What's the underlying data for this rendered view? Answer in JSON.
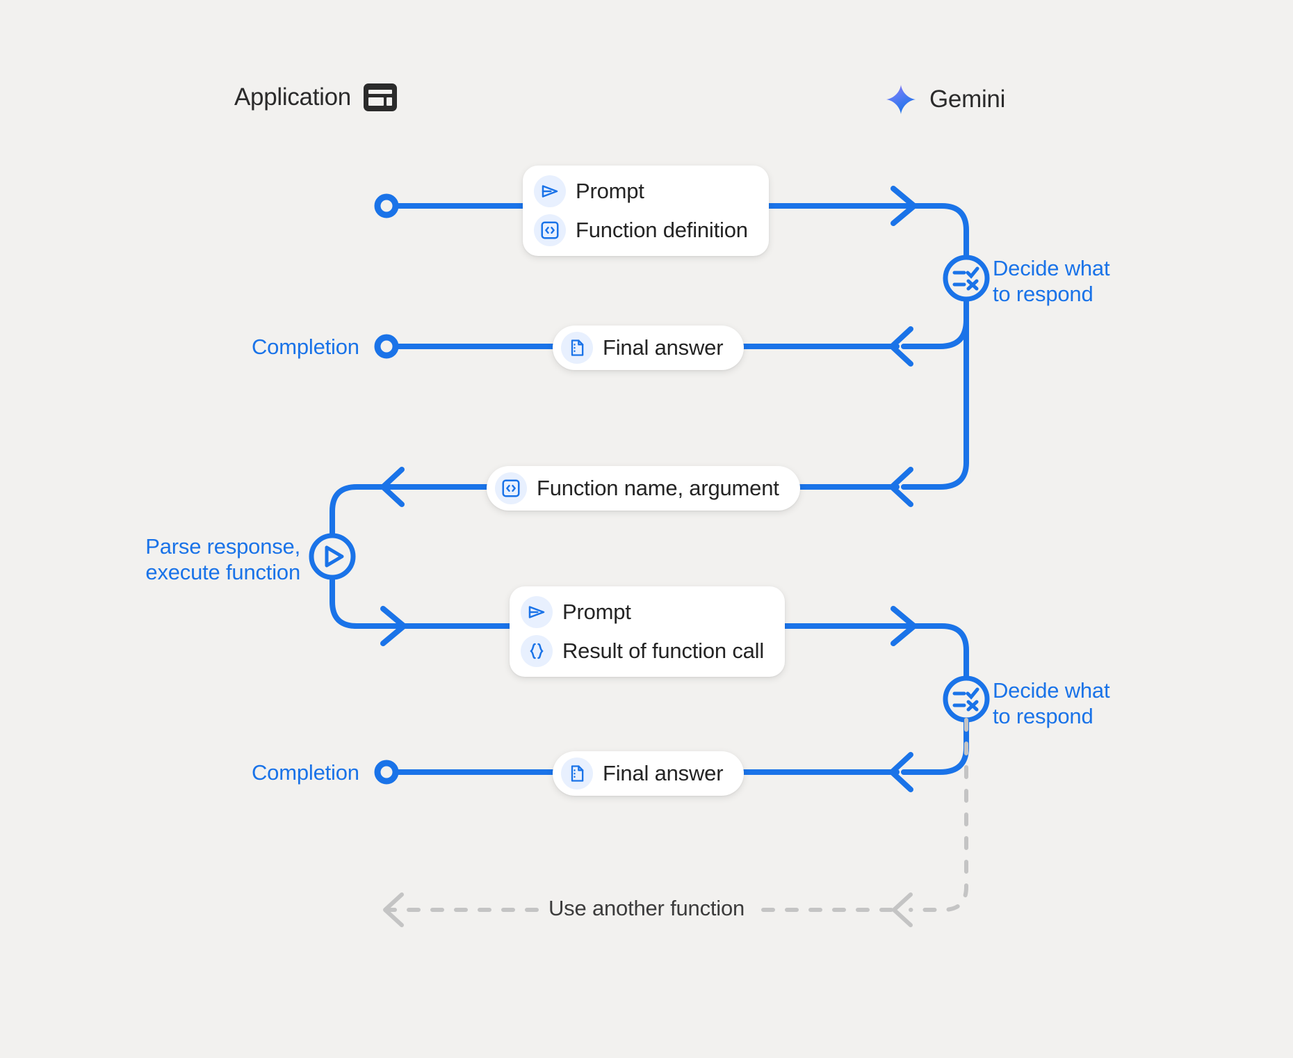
{
  "diagram": {
    "title": "Gemini function calling sequence",
    "background_color": "#f2f1ef",
    "accent_color": "#1a73e8",
    "muted_color": "#c4c4c4",
    "text_color": "#242424"
  },
  "actors": [
    {
      "name": "application",
      "label": "Application",
      "icon": "application-layout-icon"
    },
    {
      "name": "gemini",
      "label": "Gemini",
      "icon": "gemini-sparkle-icon"
    }
  ],
  "messages": [
    {
      "name": "prompt-function-definition",
      "rows": [
        {
          "icon": "send-icon",
          "label": "Prompt"
        },
        {
          "icon": "code-brackets-icon",
          "label": "Function definition"
        }
      ]
    },
    {
      "name": "final-answer-1",
      "rows": [
        {
          "icon": "document-icon",
          "label": "Final answer"
        }
      ]
    },
    {
      "name": "function-name-argument",
      "rows": [
        {
          "icon": "code-brackets-icon",
          "label": "Function name,  argument"
        }
      ]
    },
    {
      "name": "prompt-result-of-function-call",
      "rows": [
        {
          "icon": "send-icon",
          "label": "Prompt"
        },
        {
          "icon": "curly-braces-icon",
          "label": "Result of function call"
        }
      ]
    },
    {
      "name": "final-answer-2",
      "rows": [
        {
          "icon": "document-icon",
          "label": "Final answer"
        }
      ]
    }
  ],
  "notes": {
    "decide_1": "Decide what\nto respond",
    "decide_2": "Decide what\nto respond",
    "parse_execute": "Parse response,\nexecute function",
    "completion_1": "Completion",
    "completion_2": "Completion",
    "loop": "Use another function"
  },
  "node_icons": {
    "decision_1": "checklist-decision-icon",
    "decision_2": "checklist-decision-icon",
    "execute": "play-icon",
    "start": "start-circle-icon",
    "completion_1": "completion-circle-icon",
    "completion_2": "completion-circle-icon"
  }
}
